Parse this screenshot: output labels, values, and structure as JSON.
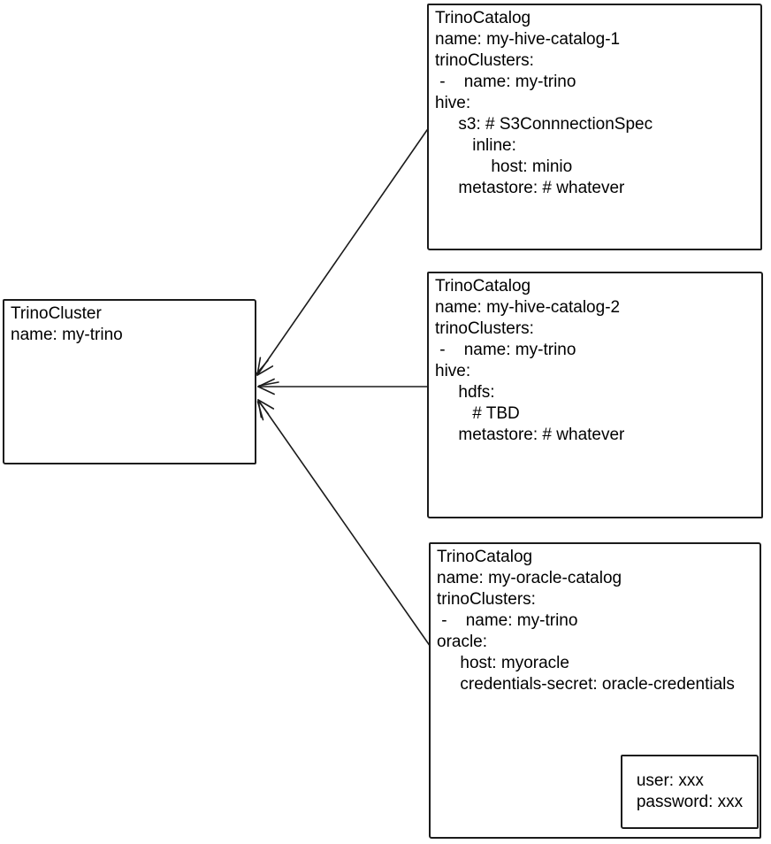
{
  "diagram": {
    "colors": {
      "stroke": "#1b1b1b",
      "background": "#ffffff",
      "text": "#000000"
    },
    "cluster_box": {
      "lines": [
        "TrinoCluster",
        "name: my-trino"
      ]
    },
    "catalog_boxes": [
      {
        "lines": [
          "TrinoCatalog",
          "name: my-hive-catalog-1",
          "trinoClusters:",
          " -    name: my-trino",
          "hive:",
          "     s3: # S3ConnnectionSpec",
          "        inline:",
          "            host: minio",
          "     metastore: # whatever"
        ]
      },
      {
        "lines": [
          "TrinoCatalog",
          "name: my-hive-catalog-2",
          "trinoClusters:",
          " -    name: my-trino",
          "hive:",
          "     hdfs:",
          "        # TBD",
          "     metastore: # whatever"
        ]
      },
      {
        "lines": [
          "TrinoCatalog",
          "name: my-oracle-catalog",
          "trinoClusters:",
          " -    name: my-trino",
          "oracle:",
          "     host: myoracle",
          "     credentials-secret: oracle-credentials"
        ]
      }
    ],
    "secret_box": {
      "lines": [
        "user: xxx",
        "password: xxx"
      ]
    }
  }
}
